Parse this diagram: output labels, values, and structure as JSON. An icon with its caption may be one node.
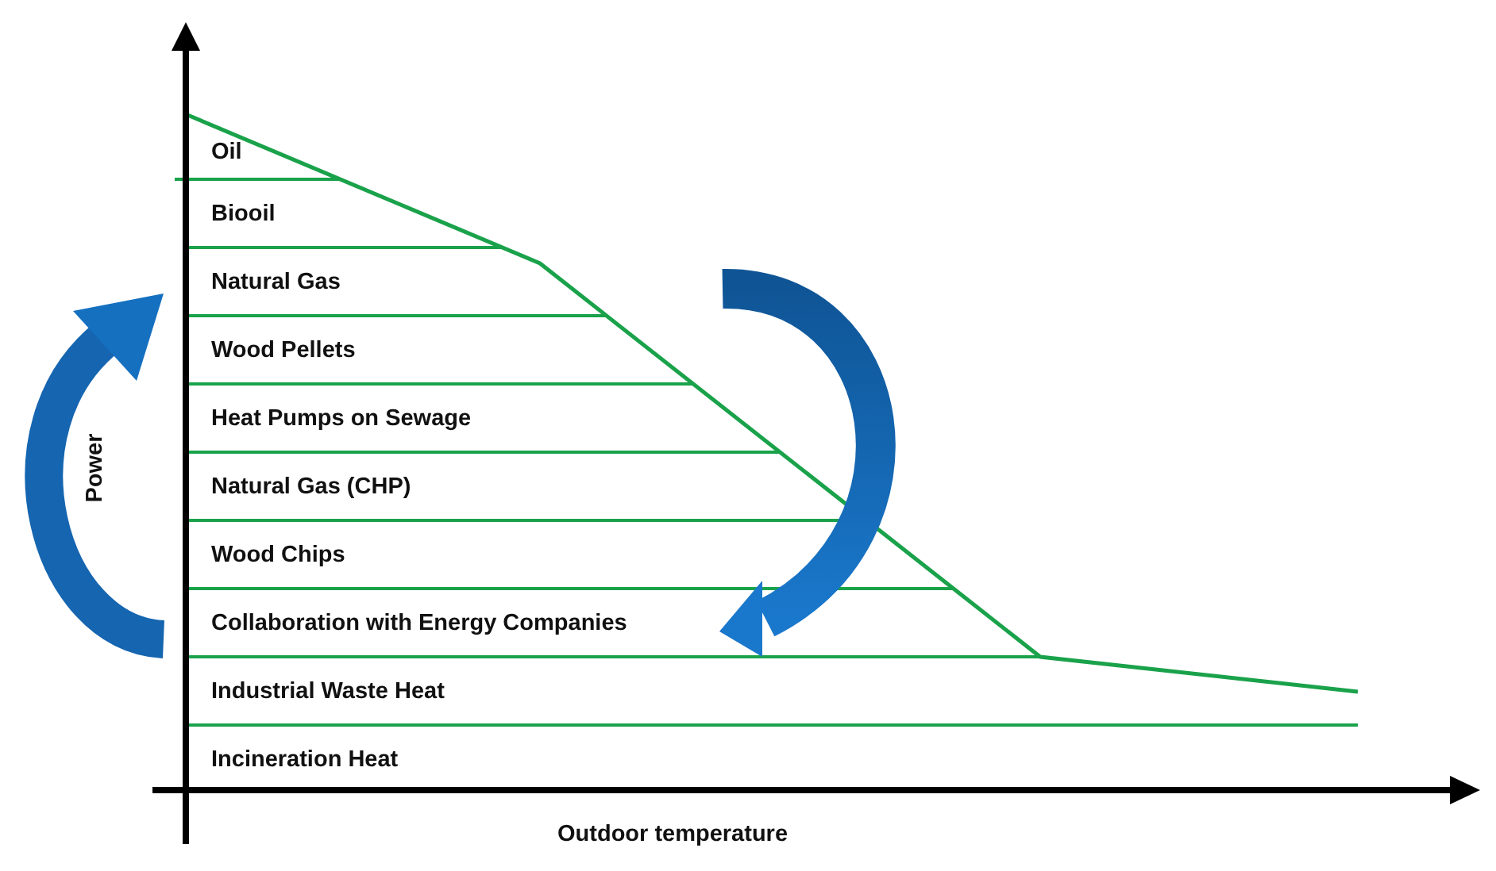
{
  "diagram": {
    "labels": [
      "Oil",
      "Biooil",
      "Natural Gas",
      "Wood Pellets",
      "Heat Pumps on Sewage",
      "Natural Gas (CHP)",
      "Wood Chips",
      "Collaboration with Energy Companies",
      "Industrial Waste Heat",
      "Incineration Heat",
      "Power",
      "Outdoor temperature"
    ]
  }
}
